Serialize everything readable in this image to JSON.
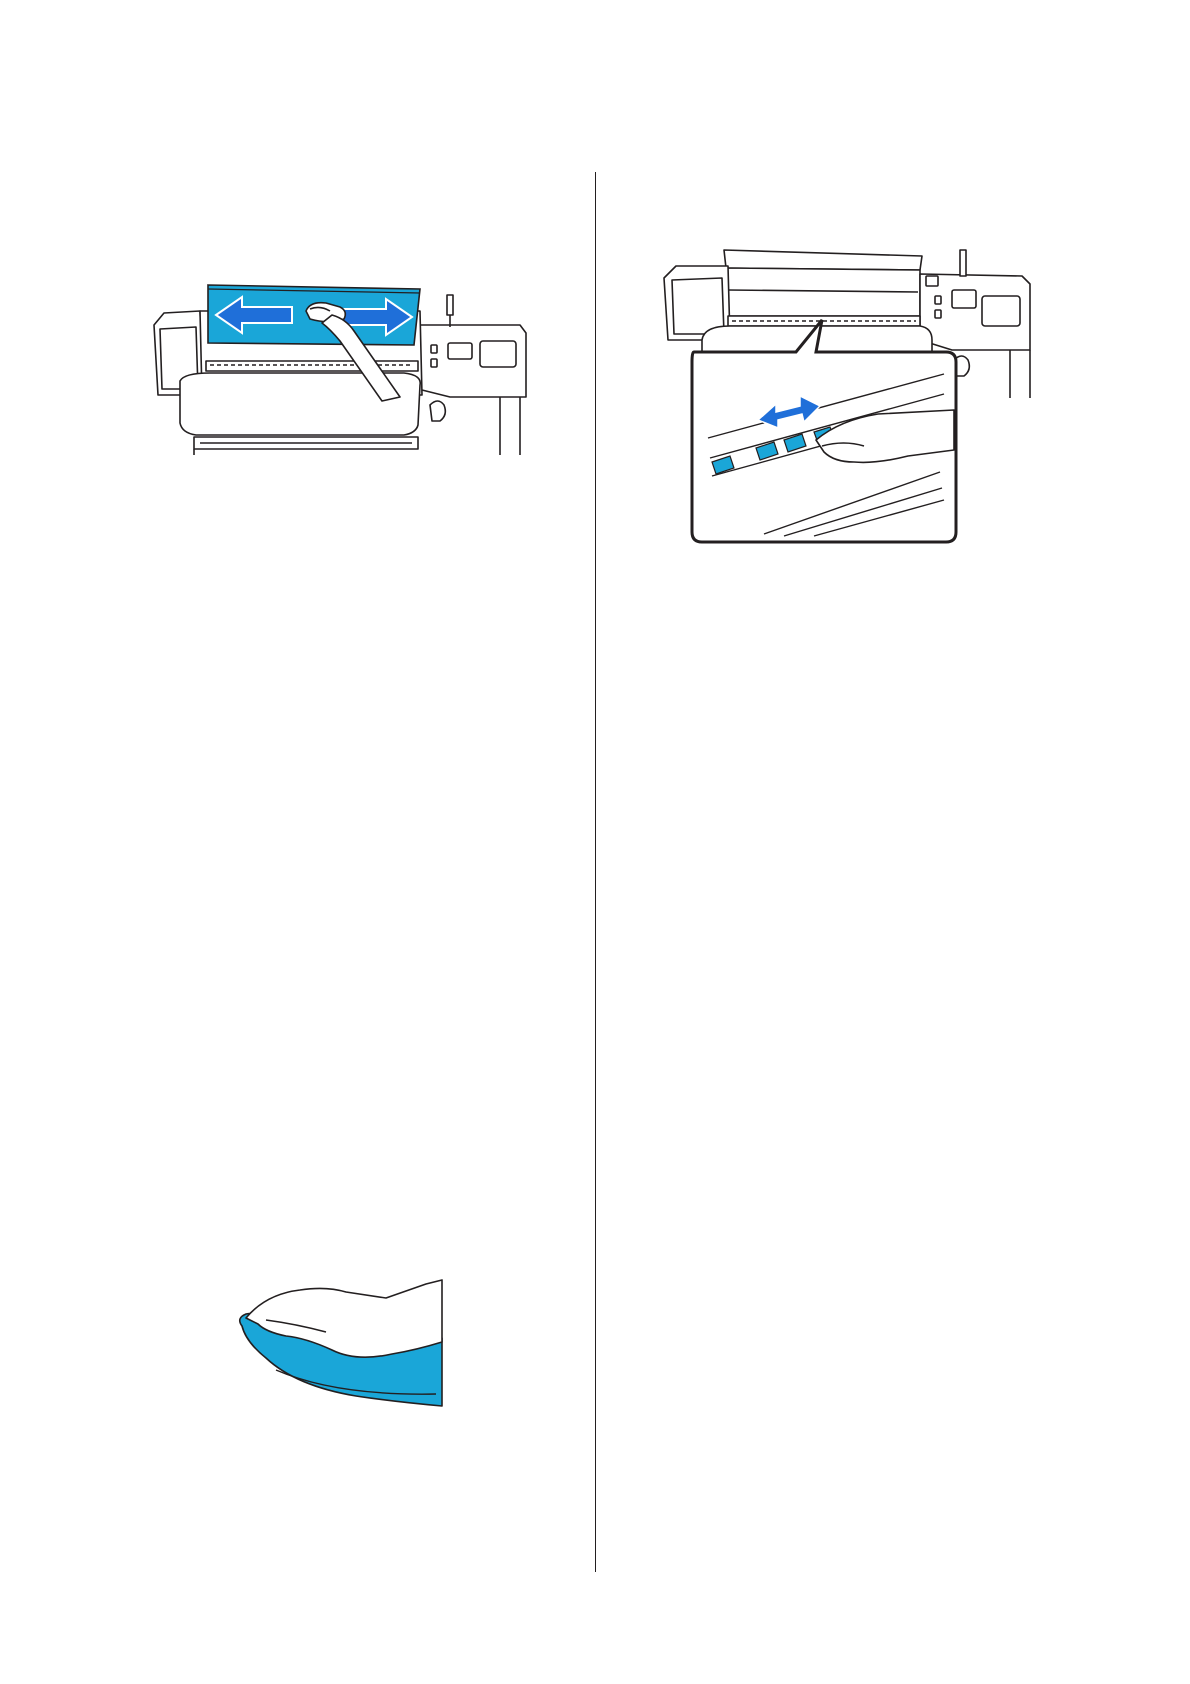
{
  "page": {
    "background": "#ffffff",
    "accent_color": "#1aa6d8",
    "arrow_color": "#1f6fd9",
    "line_color": "#231f20"
  },
  "figures": [
    {
      "id": "printer-wipe-cover",
      "icons": [
        "printer-icon",
        "hand-icon",
        "double-arrow-icon"
      ]
    },
    {
      "id": "printer-platen-zoom",
      "icons": [
        "printer-icon",
        "callout-icon",
        "hand-icon",
        "double-arrow-icon"
      ]
    },
    {
      "id": "hand-with-cloth",
      "icons": [
        "hand-icon",
        "cloth-icon"
      ]
    }
  ]
}
